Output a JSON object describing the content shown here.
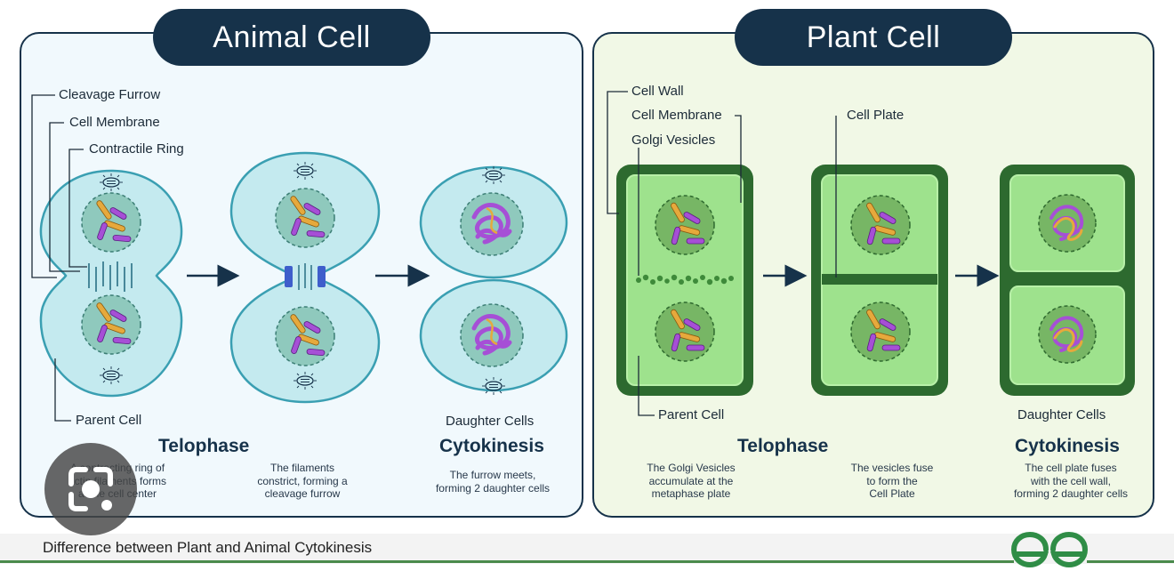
{
  "panels": {
    "animal": {
      "title": "Animal Cell",
      "labels": {
        "cleavage_furrow": "Cleavage Furrow",
        "cell_membrane": "Cell Membrane",
        "contractile_ring": "Contractile Ring",
        "parent_cell": "Parent Cell",
        "daughter_cells": "Daughter Cells"
      },
      "stages": [
        "Telophase",
        "Cytokinesis"
      ],
      "captions": [
        "A contracting ring of\nactin filaments forms\nat the cell center",
        "The filaments\nconstrict, forming a\ncleavage furrow",
        "The furrow meets,\nforming 2 daughter cells"
      ]
    },
    "plant": {
      "title": "Plant Cell",
      "labels": {
        "cell_wall": "Cell Wall",
        "cell_membrane": "Cell Membrane",
        "golgi_vesicles": "Golgi Vesicles",
        "cell_plate": "Cell Plate",
        "parent_cell": "Parent Cell",
        "daughter_cells": "Daughter Cells"
      },
      "stages": [
        "Telophase",
        "Cytokinesis"
      ],
      "captions": [
        "The Golgi Vesicles\naccumulate at the\nmetaphase plate",
        "The vesicles fuse\nto form the\nCell Plate",
        "The cell plate fuses\nwith the cell wall,\nforming 2 daughter cells"
      ]
    }
  },
  "footer": {
    "title": "Difference between Plant and Animal Cytokinesis",
    "logo_icon": "gfg-logo-icon"
  },
  "overlay_icon": "lens-camera-icon",
  "colors": {
    "navy": "#16324a",
    "animal_bg": "#f1f9fd",
    "plant_bg": "#f1f8e6",
    "animal_cell_fill": "#c4eaef",
    "plant_wall": "#2d6a2f",
    "plant_cell_fill": "#9ee28d"
  }
}
